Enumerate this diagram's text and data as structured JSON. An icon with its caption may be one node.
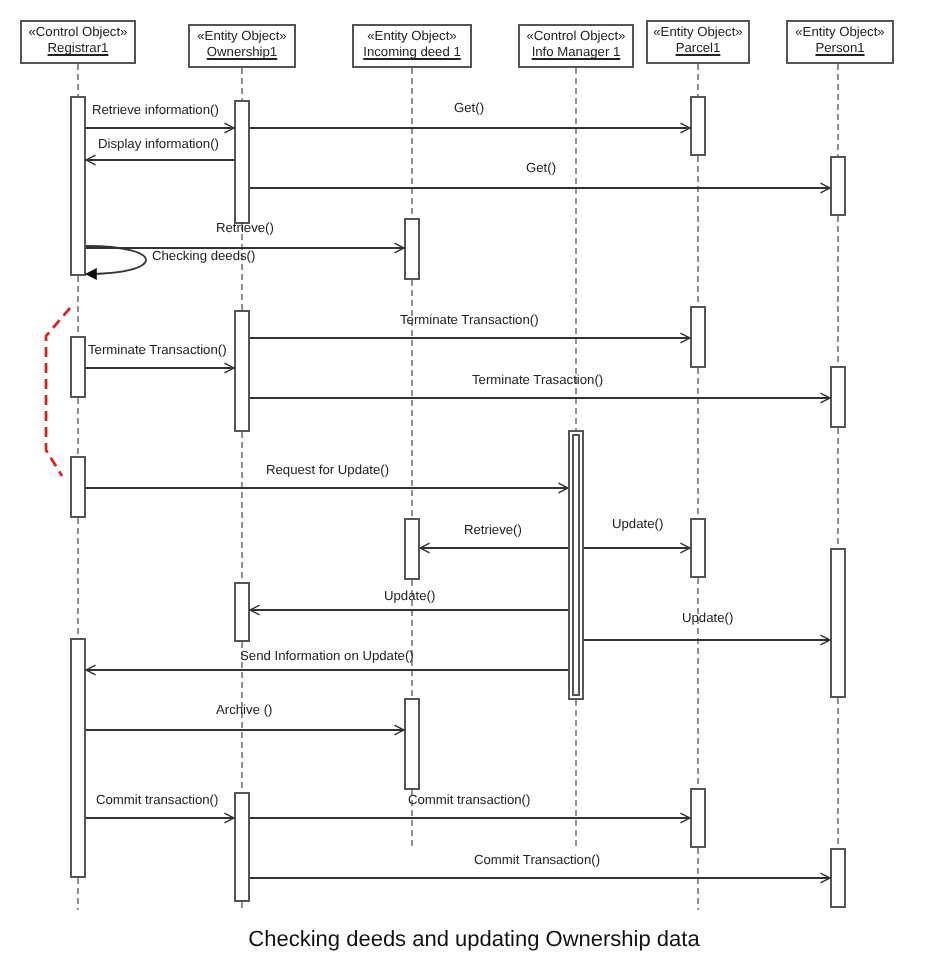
{
  "diagram": {
    "caption": "Checking deeds and updating Ownership data",
    "nodes": [
      {
        "text": [
          "«Control Object»",
          "Registrar1"
        ]
      },
      {
        "text": [
          "«Entity Object»",
          "Ownership1"
        ]
      },
      {
        "text": [
          "«Entity Object»",
          "Incoming deed 1"
        ]
      },
      {
        "text": [
          "«Control Object»",
          "Info Manager 1"
        ]
      },
      {
        "text": [
          "«Entity Object»",
          "Parcel1"
        ]
      },
      {
        "text": [
          "«Entity Object»",
          "Person1"
        ]
      },
      {
        "text": [],
        "shape": "bar"
      },
      {
        "text": [],
        "shape": "bar"
      },
      {
        "text": [],
        "shape": "bar"
      },
      {
        "text": [],
        "shape": "bar"
      },
      {
        "text": [],
        "shape": "bar"
      },
      {
        "text": [],
        "shape": "bar"
      },
      {
        "text": [],
        "shape": "bar"
      },
      {
        "text": [],
        "shape": "bar"
      },
      {
        "text": [],
        "shape": "bar"
      },
      {
        "text": [],
        "shape": "bar"
      },
      {
        "text": [],
        "shape": "bar"
      },
      {
        "text": [],
        "shape": "bar"
      },
      {
        "text": [],
        "shape": "bar"
      },
      {
        "text": [],
        "shape": "bar"
      },
      {
        "text": [],
        "shape": "bar"
      },
      {
        "text": [],
        "shape": "bar"
      },
      {
        "text": [],
        "shape": "bar"
      },
      {
        "text": [],
        "shape": "bar"
      },
      {
        "text": [],
        "shape": "bar"
      },
      {
        "text": [],
        "shape": "bar"
      }
    ],
    "edges": [
      {
        "from": 6,
        "to": 7,
        "arrow": "to",
        "label": "Retrieve information()"
      },
      {
        "from": 7,
        "to": 8,
        "arrow": "to",
        "label": "Get()"
      },
      {
        "from": 7,
        "to": 6,
        "arrow": "to",
        "label": "Display information()"
      },
      {
        "from": 7,
        "to": 9,
        "arrow": "to",
        "label": "Get()"
      },
      {
        "from": 6,
        "to": 10,
        "arrow": "to",
        "label": "Retrieve()"
      },
      {
        "from": 6,
        "to": 6,
        "arrow": "to",
        "label": "Checking deeds()"
      },
      {
        "from": 11,
        "to": 12,
        "arrow": "to",
        "label": "Terminate Transaction()"
      },
      {
        "from": 13,
        "to": 11,
        "arrow": "to",
        "label": "Terminate Transaction()"
      },
      {
        "from": 11,
        "to": 14,
        "arrow": "to",
        "label": "Terminate Trasaction()"
      },
      {
        "from": 16,
        "to": 15,
        "arrow": "to",
        "label": "Request for Update()"
      },
      {
        "from": 15,
        "to": 17,
        "arrow": "to",
        "label": "Retrieve()"
      },
      {
        "from": 15,
        "to": 18,
        "arrow": "to",
        "label": "Update()"
      },
      {
        "from": 15,
        "to": 20,
        "arrow": "to",
        "label": "Update()"
      },
      {
        "from": 15,
        "to": 19,
        "arrow": "to",
        "label": "Update()"
      },
      {
        "from": 15,
        "to": 21,
        "arrow": "to",
        "label": "Send Information on Update()"
      },
      {
        "from": 21,
        "to": 22,
        "arrow": "to",
        "label": "Archive ()"
      },
      {
        "from": 21,
        "to": 23,
        "arrow": "to",
        "label": "Commit transaction()"
      },
      {
        "from": 23,
        "to": 24,
        "arrow": "to",
        "label": "Commit transaction()"
      },
      {
        "from": 23,
        "to": 25,
        "arrow": "to",
        "label": "Commit Transaction()"
      },
      {
        "from": 0,
        "to": 6,
        "arrow": "none",
        "style": "dashed",
        "color": "#777777"
      },
      {
        "from": 6,
        "to": 13,
        "arrow": "none",
        "style": "dashed",
        "color": "#777777"
      },
      {
        "from": 13,
        "to": 16,
        "arrow": "none",
        "style": "dashed",
        "color": "#777777"
      },
      {
        "from": 16,
        "to": 21,
        "arrow": "none",
        "style": "dashed",
        "color": "#777777"
      },
      {
        "from": 21,
        "to": null,
        "arrow": "none",
        "style": "dashed",
        "color": "#777777"
      },
      {
        "from": 1,
        "to": 7,
        "arrow": "none",
        "style": "dashed",
        "color": "#777777"
      },
      {
        "from": 7,
        "to": 11,
        "arrow": "none",
        "style": "dashed",
        "color": "#777777"
      },
      {
        "from": 11,
        "to": 20,
        "arrow": "none",
        "style": "dashed",
        "color": "#777777"
      },
      {
        "from": 20,
        "to": 23,
        "arrow": "none",
        "style": "dashed",
        "color": "#777777"
      },
      {
        "from": 23,
        "to": null,
        "arrow": "none",
        "style": "dashed",
        "color": "#777777"
      },
      {
        "from": 2,
        "to": 10,
        "arrow": "none",
        "style": "dashed",
        "color": "#777777"
      },
      {
        "from": 10,
        "to": 17,
        "arrow": "none",
        "style": "dashed",
        "color": "#777777"
      },
      {
        "from": 17,
        "to": 22,
        "arrow": "none",
        "style": "dashed",
        "color": "#777777"
      },
      {
        "from": 22,
        "to": null,
        "arrow": "none",
        "style": "dashed",
        "color": "#777777"
      },
      {
        "from": 3,
        "to": 15,
        "arrow": "none",
        "style": "dashed",
        "color": "#777777"
      },
      {
        "from": 15,
        "to": null,
        "arrow": "none",
        "style": "dashed",
        "color": "#777777"
      },
      {
        "from": 4,
        "to": 8,
        "arrow": "none",
        "style": "dashed",
        "color": "#777777"
      },
      {
        "from": 8,
        "to": 12,
        "arrow": "none",
        "style": "dashed",
        "color": "#777777"
      },
      {
        "from": 12,
        "to": 18,
        "arrow": "none",
        "style": "dashed",
        "color": "#777777"
      },
      {
        "from": 18,
        "to": 24,
        "arrow": "none",
        "style": "dashed",
        "color": "#777777"
      },
      {
        "from": 24,
        "to": null,
        "arrow": "none",
        "style": "dashed",
        "color": "#777777"
      },
      {
        "from": 5,
        "to": 9,
        "arrow": "none",
        "style": "dashed",
        "color": "#777777"
      },
      {
        "from": 9,
        "to": 14,
        "arrow": "none",
        "style": "dashed",
        "color": "#777777"
      },
      {
        "from": 14,
        "to": 19,
        "arrow": "none",
        "style": "dashed",
        "color": "#777777"
      },
      {
        "from": 19,
        "to": 25,
        "arrow": "none",
        "style": "dashed",
        "color": "#777777"
      }
    ]
  }
}
